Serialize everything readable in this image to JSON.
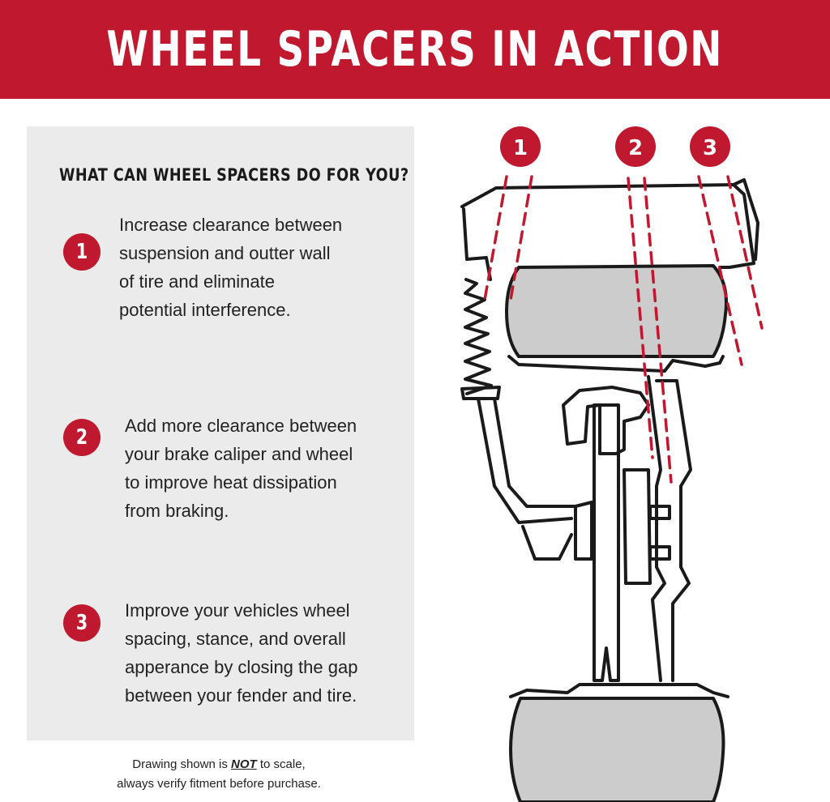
{
  "title": "WHEEL SPACERS IN ACTION",
  "panel": {
    "heading": "WHAT CAN WHEEL SPACERS DO FOR YOU?",
    "items": [
      {
        "num": "1",
        "lines": [
          "Increase clearance between",
          "suspension and outter wall",
          "of tire and eliminate",
          "potential interference."
        ]
      },
      {
        "num": "2",
        "lines": [
          "Add more clearance between",
          "your brake caliper and wheel",
          "to improve heat dissipation",
          "from braking."
        ]
      },
      {
        "num": "3",
        "lines": [
          "Improve your vehicles wheel",
          "spacing, stance, and overall",
          "apperance by closing the gap",
          "between your fender and tire."
        ]
      }
    ]
  },
  "footnote": {
    "pre": "Drawing shown is ",
    "emph": "NOT",
    "post": " to scale,",
    "line2": "always verify fitment before purchase."
  },
  "diagram": {
    "markers": [
      "1",
      "2",
      "3"
    ]
  },
  "colors": {
    "accent": "#c0182f",
    "panel": "#ebebeb",
    "tire_fill": "#cccccc",
    "outline": "#1a1a1a"
  }
}
